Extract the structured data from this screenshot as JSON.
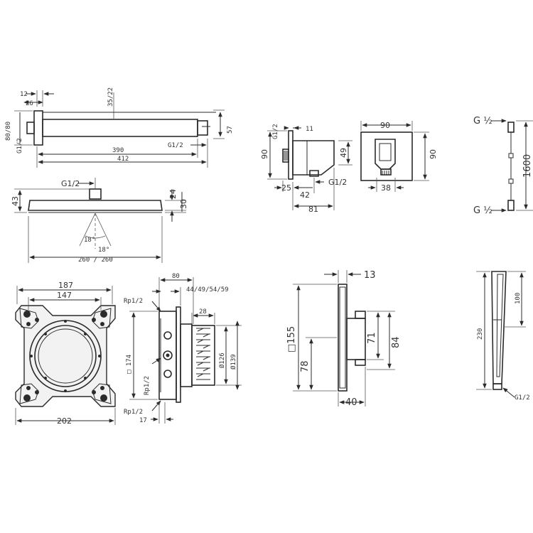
{
  "shower_arm": {
    "d_12": "12",
    "d_26": "26",
    "d_35_22": "35/22",
    "d_80_80": "80/80",
    "g_left": "G1/2",
    "d_57": "57",
    "g_right": "G1/2",
    "d_390": "390",
    "d_412": "412"
  },
  "overhead_shower": {
    "g_top": "G1/2",
    "d_43": "43",
    "d_24": "24",
    "d_30": "30",
    "angle_a": "18°",
    "angle_b": "18°",
    "d_260": "260 / 260"
  },
  "wall_outlet": {
    "g_top": "G1/2",
    "d_11": "11",
    "d_90": "90",
    "d_49": "49",
    "d_25": "25",
    "d_42": "42",
    "g_bottom": "G1/2",
    "d_81": "81"
  },
  "outlet_front": {
    "d_90_top": "90",
    "d_90_right": "90",
    "d_38": "38"
  },
  "hose": {
    "g_top": "G ½",
    "g_bottom": "G ½",
    "length": "1600"
  },
  "basic_set_front": {
    "d_187": "187",
    "d_147": "147",
    "d_202": "202"
  },
  "basic_set_side": {
    "rp_top": "Rp1/2",
    "rp_mid": "Rp1/2",
    "rp_bottom": "Rp1/2",
    "d_80": "80",
    "d_depths": "44/49/54/59",
    "d_28": "28",
    "d_174": "□ 174",
    "d_126": "Ø126",
    "d_139": "Ø139",
    "d_17": "17"
  },
  "thermostat": {
    "d_13": "13",
    "d_155": "□155",
    "d_78": "78",
    "d_71": "71",
    "d_84": "84",
    "d_40": "40"
  },
  "hand_shower": {
    "d_230": "230",
    "d_100": "100",
    "g_bottom": "G1/2"
  }
}
